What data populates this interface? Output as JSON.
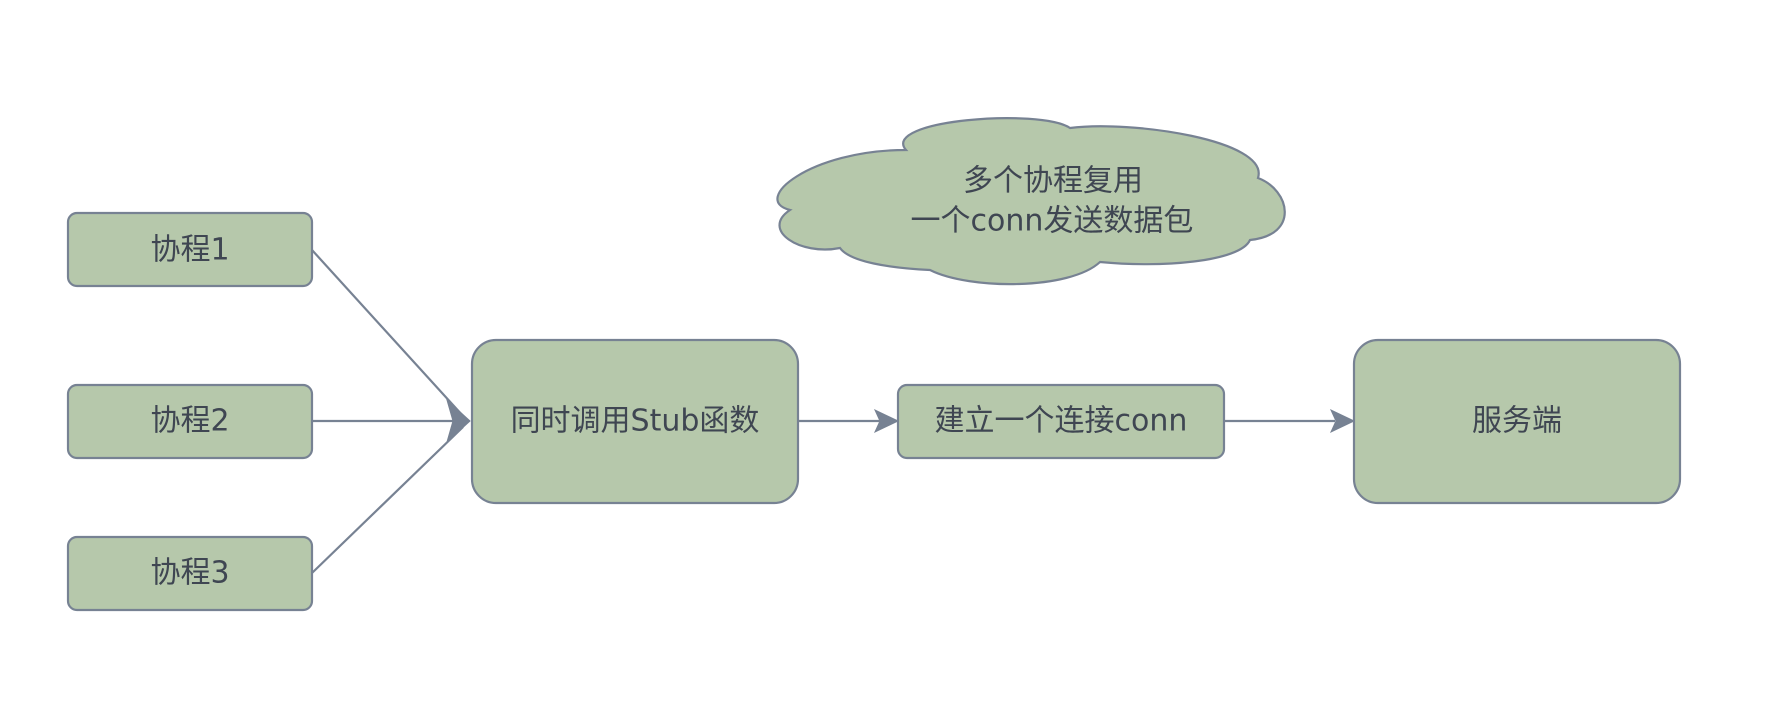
{
  "nodes": {
    "coroutine_1": "协程1",
    "coroutine_2": "协程2",
    "coroutine_3": "协程3",
    "stub_call": "同时调用Stub函数",
    "connection": "建立一个连接conn",
    "server": "服务端"
  },
  "note": {
    "line1": "多个协程复用",
    "line2": "一个conn发送数据包"
  },
  "colors": {
    "node_fill": "#b6c8ab",
    "node_stroke": "#778293",
    "edge": "#778293",
    "text": "#3f4652"
  }
}
